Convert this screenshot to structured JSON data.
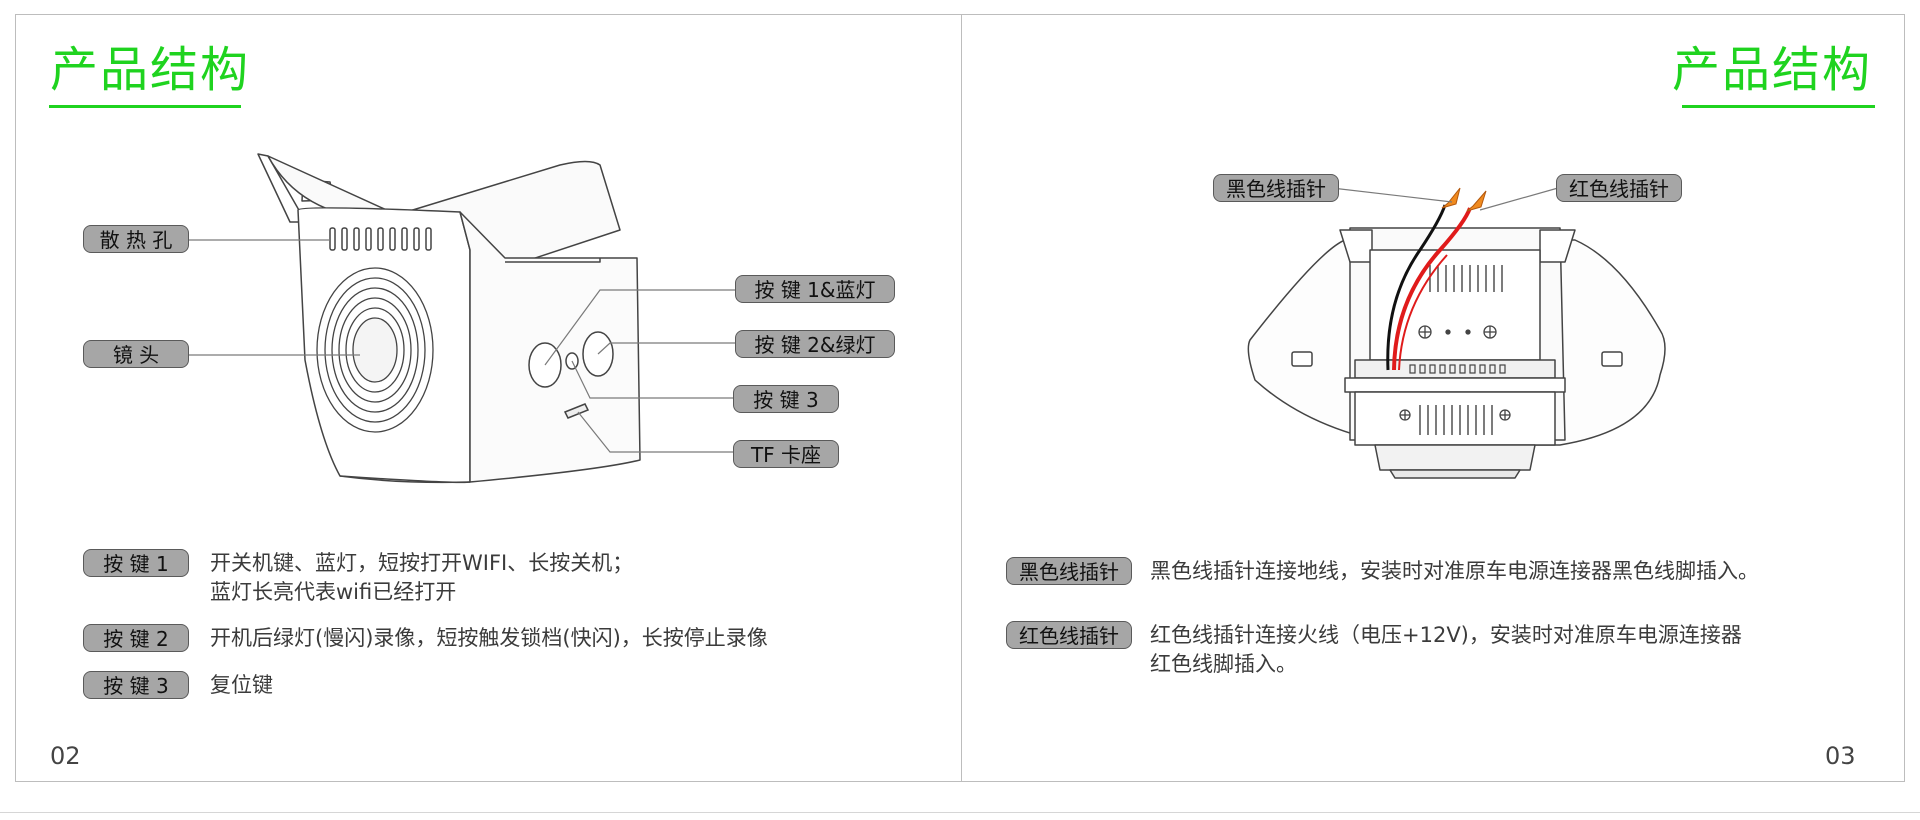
{
  "left_page": {
    "title": "产品结构",
    "callouts": {
      "vent": "散 热 孔",
      "lens": "镜 头",
      "key1_blue": "按 键 1&蓝灯",
      "key2_green": "按 键 2&绿灯",
      "key3": "按 键 3",
      "tf_slot": "TF 卡座"
    },
    "legend": [
      {
        "tag": "按 键 1",
        "lines": [
          "开关机键、蓝灯，短按打开WIFI、长按关机；",
          "蓝灯长亮代表wifi已经打开"
        ]
      },
      {
        "tag": "按 键 2",
        "lines": [
          "开机后绿灯(慢闪)录像，短按触发锁档(快闪)，长按停止录像"
        ]
      },
      {
        "tag": "按 键 3",
        "lines": [
          "复位键"
        ]
      }
    ],
    "page_number": "02"
  },
  "right_page": {
    "title": "产品结构",
    "callouts": {
      "black_pin": "黑色线插针",
      "red_pin": "红色线插针"
    },
    "legend": [
      {
        "tag": "黑色线插针",
        "lines": [
          "黑色线插针连接地线，安装时对准原车电源连接器黑色线脚插入。"
        ]
      },
      {
        "tag": "红色线插针",
        "lines": [
          "红色线插针连接火线（电压+12V)，安装时对准原车电源连接器",
          "红色线脚插入。"
        ]
      }
    ],
    "page_number": "03"
  },
  "colors": {
    "title_green": "#1fd31f",
    "pill_gray": "#a6a6a6",
    "wire_red": "#e01b1b",
    "wire_black": "#111111",
    "pin_orange": "#f08a1e"
  }
}
